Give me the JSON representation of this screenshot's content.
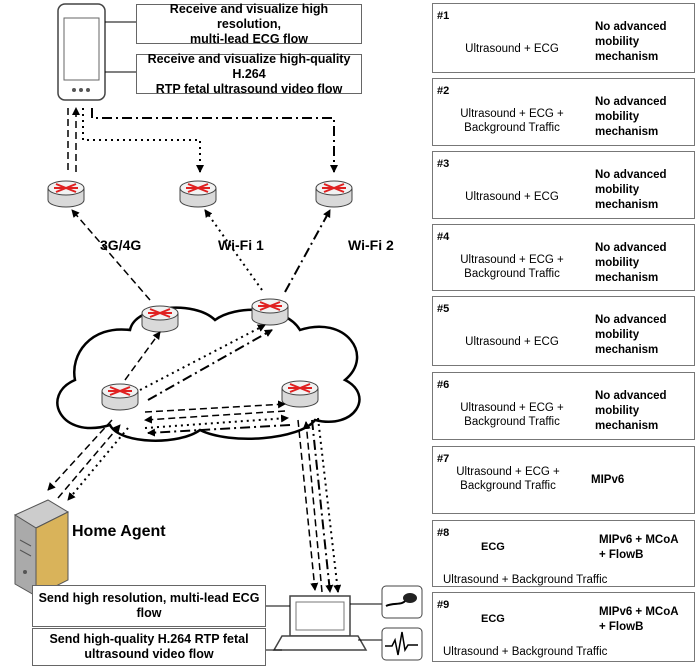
{
  "phone_captions": [
    "Receive and visualize high resolution,\nmulti-lead ECG flow",
    "Receive and visualize high-quality H.264\nRTP fetal ultrasound video flow"
  ],
  "send_captions": [
    "Send high resolution, multi-lead ECG\nflow",
    "Send high-quality H.264 RTP fetal\nultrasound video flow"
  ],
  "network_labels": {
    "cell": "3G/4G",
    "wifi1": "Wi-Fi 1",
    "wifi2": "Wi-Fi 2"
  },
  "home_agent": "Home Agent",
  "scenarios": [
    {
      "num": "#1",
      "desc": "Ultrasound + ECG",
      "mech": "No advanced\nmobility\nmechanism"
    },
    {
      "num": "#2",
      "desc": "Ultrasound + ECG +\nBackground Traffic",
      "mech": "No advanced\nmobility\nmechanism"
    },
    {
      "num": "#3",
      "desc": "Ultrasound + ECG",
      "mech": "No advanced\nmobility\nmechanism"
    },
    {
      "num": "#4",
      "desc": "Ultrasound + ECG +\nBackground Traffic",
      "mech": "No advanced\nmobility\nmechanism"
    },
    {
      "num": "#5",
      "desc": "Ultrasound + ECG",
      "mech": "No advanced\nmobility\nmechanism"
    },
    {
      "num": "#6",
      "desc": "Ultrasound + ECG +\nBackground Traffic",
      "mech": "No advanced\nmobility\nmechanism"
    },
    {
      "num": "#7",
      "desc": "Ultrasound + ECG +\nBackground Traffic",
      "mech": "MIPv6"
    },
    {
      "num": "#8",
      "sub": "ECG",
      "desc": "Ultrasound + Background Traffic",
      "mech": "MIPv6 + MCoA\n+ FlowB"
    },
    {
      "num": "#9",
      "sub": "ECG",
      "desc": "Ultrasound + Background Traffic",
      "mech": "MIPv6 + MCoA\n+ FlowB"
    }
  ]
}
